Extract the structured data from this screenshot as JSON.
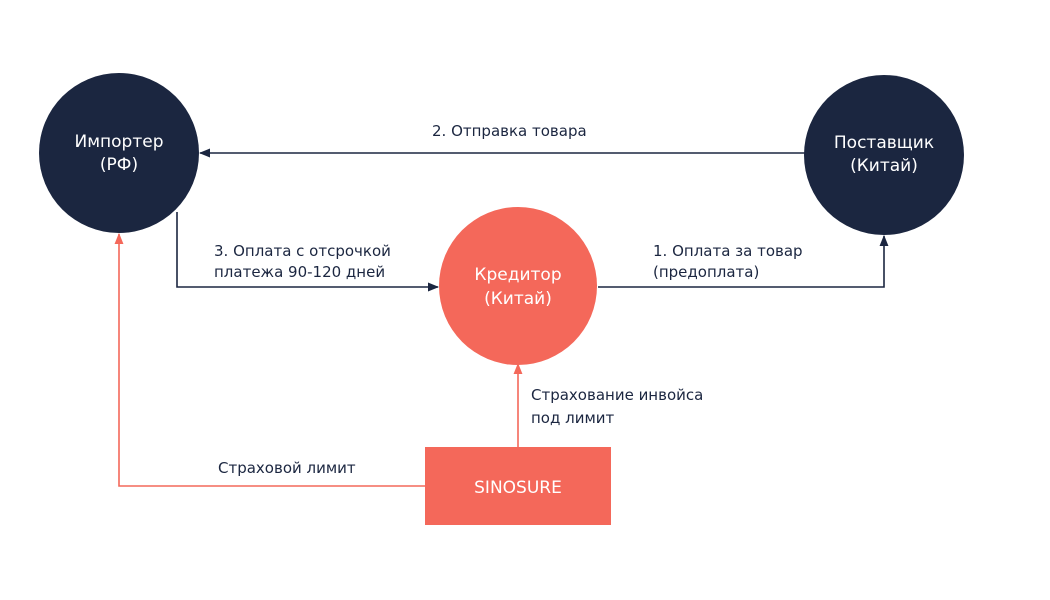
{
  "nodes": {
    "importer": {
      "line1": "Импортер",
      "line2": "(РФ)"
    },
    "supplier": {
      "line1": "Поставщик",
      "line2": "(Китай)"
    },
    "creditor": {
      "line1": "Кредитор",
      "line2": "(Китай)"
    },
    "sinosure": {
      "label": "SINOSURE"
    }
  },
  "edges": {
    "shipment": {
      "line1": "2. Отправка товара"
    },
    "deferred_payment": {
      "line1": "3. Оплата с отсрочкой",
      "line2": "платежа 90-120 дней"
    },
    "prepayment": {
      "line1": "1. Оплата за товар",
      "line2": "(предоплата)"
    },
    "invoice_insurance": {
      "line1": "Страхование инвойса",
      "line2": "под лимит"
    },
    "insurance_limit": {
      "line1": "Страховой лимит"
    }
  },
  "colors": {
    "navy": "#1b2640",
    "coral": "#f4685a"
  }
}
